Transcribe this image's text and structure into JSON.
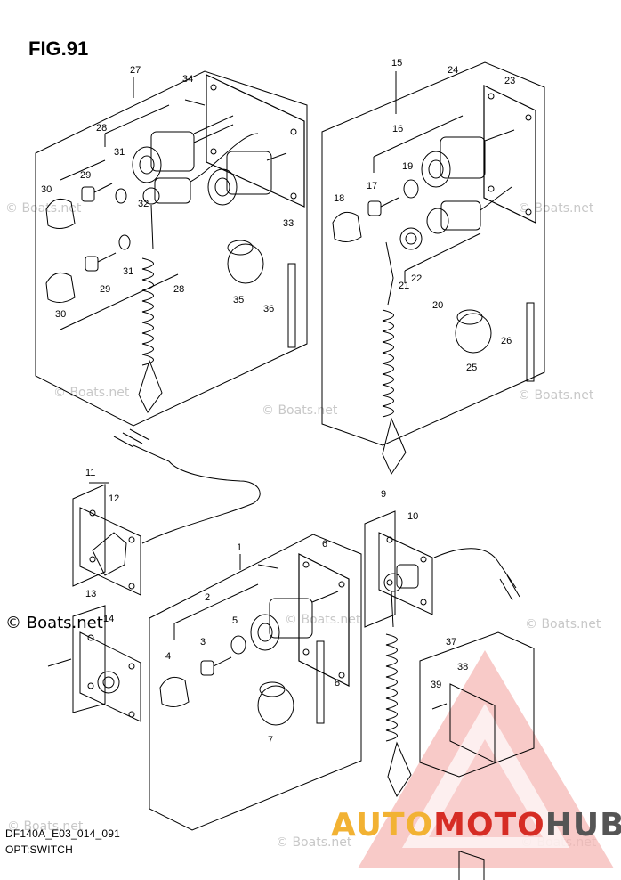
{
  "figure": {
    "title": "FIG.91"
  },
  "caption": {
    "line1": "DF140A_E03_014_091",
    "line2": "OPT:SWITCH"
  },
  "watermark": {
    "text": "© Boats.net"
  },
  "brand": {
    "part1": "AUTO",
    "part2": "MOTO",
    "part3": "HUB",
    "colors": {
      "auto": "#f2b233",
      "moto": "#d62c24",
      "hub": "#555555"
    }
  },
  "callouts": [
    "1",
    "2",
    "3",
    "4",
    "5",
    "6",
    "7",
    "8",
    "9",
    "10",
    "11",
    "12",
    "13",
    "14",
    "15",
    "16",
    "17",
    "18",
    "19",
    "20",
    "21",
    "22",
    "23",
    "24",
    "25",
    "26",
    "27",
    "28",
    "29",
    "30",
    "31",
    "32",
    "33",
    "34",
    "35",
    "36",
    "37",
    "38",
    "39"
  ]
}
